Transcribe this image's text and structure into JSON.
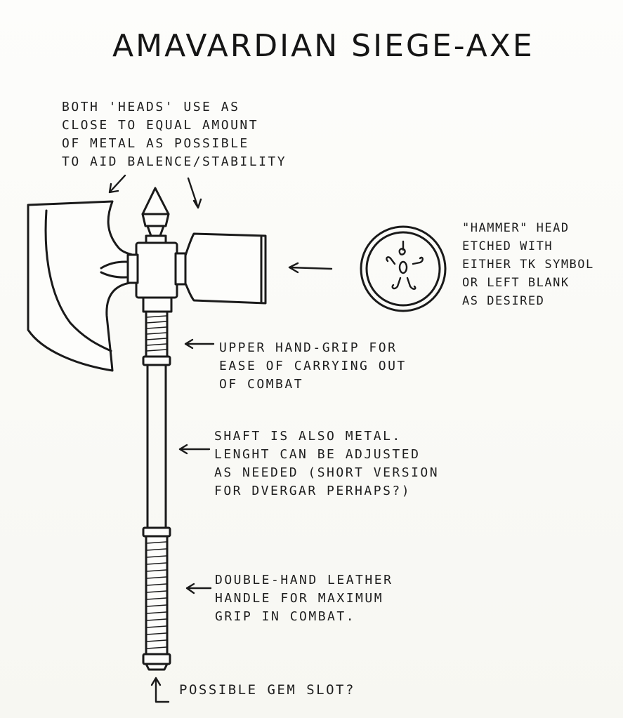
{
  "title": "AMAVARDIAN SIEGE-AXE",
  "notes": {
    "heads": "BOTH 'HEADS' USE AS\nCLOSE TO EQUAL AMOUNT\nOF METAL AS POSSIBLE\nTO AID BALENCE/STABILITY",
    "hammer": "\"HAMMER\" HEAD\nETCHED WITH\nEITHER TK SYMBOL\nOR LEFT BLANK\nAS DESIRED",
    "upper_grip": "UPPER HAND-GRIP FOR\nEASE OF CARRYING OUT\nOF COMBAT",
    "shaft": "SHAFT IS ALSO METAL.\nLENGHT CAN BE ADJUSTED\nAS NEEDED (SHORT VERSION\nFOR DVERGAR PERHAPS?)",
    "double_grip": "DOUBLE-HAND LEATHER\nHANDLE FOR MAXIMUM\nGRIP IN COMBAT.",
    "gem_slot": "POSSIBLE GEM SLOT?"
  },
  "colors": {
    "ink": "#1a1a1a",
    "paper": "#fbfbf8"
  }
}
